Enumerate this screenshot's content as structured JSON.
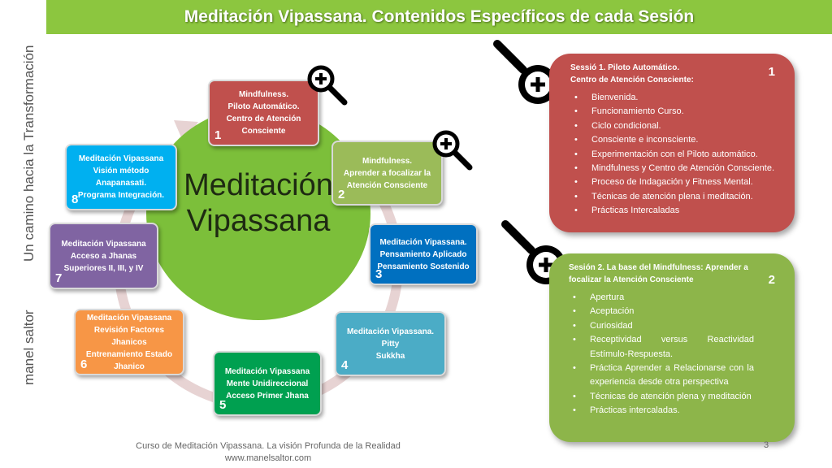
{
  "title": "Meditación Vipassana.  Contenidos Específicos de cada Sesión",
  "side_text": {
    "top": "Un camino hacia la Transformación",
    "bottom": "manel saltor"
  },
  "center_label": [
    "Meditación",
    "Vipassana"
  ],
  "icons": {
    "zoom": "zoom-in-icon",
    "cycle_arrow": "cycle-arrow"
  },
  "colors": {
    "title_bg": "#8cc63f",
    "center": "#7cbf3a",
    "red": "#c0504d",
    "green": "#8db54a",
    "blue": "#0070c0",
    "teal": "#4bacc6",
    "dgreen": "#00a050",
    "orange": "#f79646",
    "purple": "#8064a2",
    "cyan": "#00b0f0"
  },
  "sessions": [
    {
      "number": "1",
      "lines": [
        "Mindfulness.",
        "Piloto Automático.",
        "Centro de Atención",
        "Consciente"
      ]
    },
    {
      "number": "2",
      "lines": [
        "Mindfulness.",
        "Aprender a focalizar la",
        "Atención Consciente"
      ]
    },
    {
      "number": "3",
      "lines": [
        "Meditación Vipassana.",
        "Pensamiento Aplicado",
        "Pensamiento Sostenido"
      ]
    },
    {
      "number": "4",
      "lines": [
        "Meditación Vipassana.",
        "Pitty",
        "Sukkha"
      ]
    },
    {
      "number": "5",
      "lines": [
        "Meditación Vipassana",
        "Mente Unidireccional",
        "Acceso Primer Jhana"
      ]
    },
    {
      "number": "6",
      "lines": [
        "Meditación Vipassana",
        "Revisión Factores",
        "Jhanicos",
        "Entrenamiento Estado",
        "Jhanico"
      ]
    },
    {
      "number": "7",
      "lines": [
        "Meditación Vipassana",
        "Acceso a Jhanas",
        "Superiores II, III, y IV"
      ]
    },
    {
      "number": "8",
      "lines": [
        "Meditación Vipassana",
        "Visión método",
        "Anapanasati.",
        "Programa Integración."
      ]
    }
  ],
  "detail_panels": [
    {
      "number": "1",
      "heading": [
        "Sessió 1. Piloto Automático.",
        "Centro de Atención Consciente:"
      ],
      "items": [
        "Bienvenida.",
        "Funcionamiento Curso.",
        "Ciclo condicional.",
        "Consciente e inconsciente.",
        "Experimentación con el Piloto automático.",
        "Mindfulness y Centro de Atención Consciente.",
        "Proceso de Indagación y Fitness Mental.",
        "Técnicas de atención plena i meditación.",
        "Prácticas Intercaladas"
      ]
    },
    {
      "number": "2",
      "heading": [
        "Sesión 2. La base del Mindfulness: Aprender a",
        "focalizar la Atención Consciente"
      ],
      "items": [
        "Apertura",
        "Aceptación",
        "Curiosidad",
        "Receptividad versus Reactividad Estímulo-Respuesta.",
        "Práctica Aprender a Relacionarse con la experiencia desde otra perspectiva",
        "Técnicas de atención plena y meditación",
        "Prácticas intercaladas."
      ]
    }
  ],
  "footer": {
    "line1": "Curso de Meditación Vipassana. La visión Profunda de la Realidad",
    "line2": "www.manelsaltor.com",
    "page": "3"
  }
}
